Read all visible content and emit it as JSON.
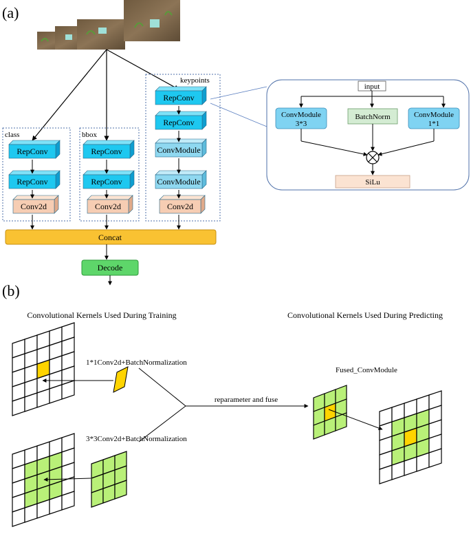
{
  "part_a": {
    "panel_label": "(a)",
    "branches": {
      "class": {
        "label": "class",
        "blocks": [
          "RepConv",
          "RepConv",
          "Conv2d"
        ]
      },
      "bbox": {
        "label": "bbox",
        "blocks": [
          "RepConv",
          "RepConv",
          "Conv2d"
        ]
      },
      "keypoints": {
        "label": "keypoints",
        "blocks": [
          "RepConv",
          "RepConv",
          "ConvModule",
          "ConvModule",
          "Conv2d"
        ]
      }
    },
    "concat": "Concat",
    "decode": "Decode",
    "detail": {
      "input": "input",
      "conv3": [
        "ConvModule",
        "3*3"
      ],
      "batchnorm": "BatchNorm",
      "conv1": [
        "ConvModule",
        "1*1"
      ],
      "silu": "SiLu"
    }
  },
  "part_b": {
    "panel_label": "(b)",
    "title_training": "Convolutional Kernels Used During Training",
    "title_predicting": "Convolutional Kernels Used During Predicting",
    "label_1x1": "1*1Conv2d+BatchNormalization",
    "label_3x3": "3*3Conv2d+BatchNormalization",
    "label_fuse": "reparameter and fuse",
    "label_fused": "Fused_ConvModule"
  },
  "colors": {
    "repconv_front": "#1ec8f0",
    "convmodule_front": "#8fd8f0",
    "conv2d_front": "#f6cdb3",
    "concat": "#f9c232",
    "decode": "#5ed66a",
    "kernel_yellow": "#ffd400",
    "kernel_green": "#b9f078",
    "batchnorm": "#d4ecd3",
    "silu": "#fbe3d2"
  }
}
